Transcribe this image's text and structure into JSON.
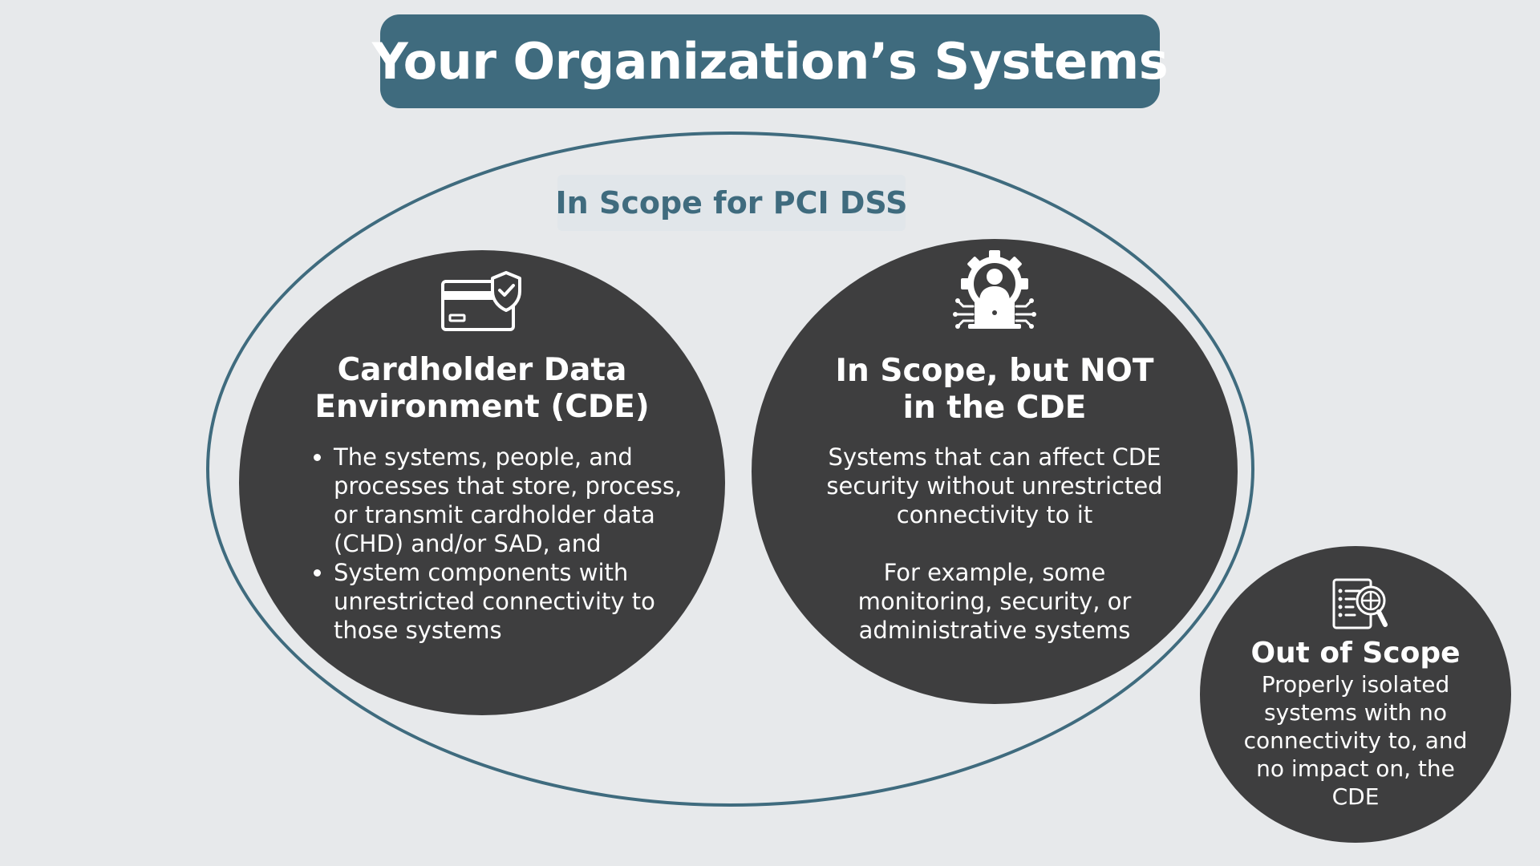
{
  "title": "Your Organization’s Systems",
  "in_scope_label": "In Scope for PCI DSS",
  "cde": {
    "icon": "credit-card-shield-icon",
    "title_lines": [
      "Cardholder Data",
      "Environment (CDE)"
    ],
    "bullets": [
      "The systems, people, and processes that store, process, or transmit cardholder data (CHD) and/or SAD, and",
      "System components with unrestricted connectivity to those systems"
    ]
  },
  "not_cde": {
    "icon": "gear-person-laptop-icon",
    "title_lines": [
      "In Scope, but NOT",
      "in the CDE"
    ],
    "paragraphs": [
      "Systems that can affect CDE security without unrestricted connectivity to it",
      "For example, some monitoring, security, or administrative systems"
    ]
  },
  "out_of_scope": {
    "icon": "document-magnifier-icon",
    "title": "Out of Scope",
    "text": "Properly isolated systems with no connectivity to, and no impact on, the CDE"
  },
  "colors": {
    "background": "#e7e9eb",
    "accent": "#3f6b7e",
    "circle": "#3e3e3f",
    "label_bg": "#e1e6ea",
    "text_light": "#ffffff"
  }
}
